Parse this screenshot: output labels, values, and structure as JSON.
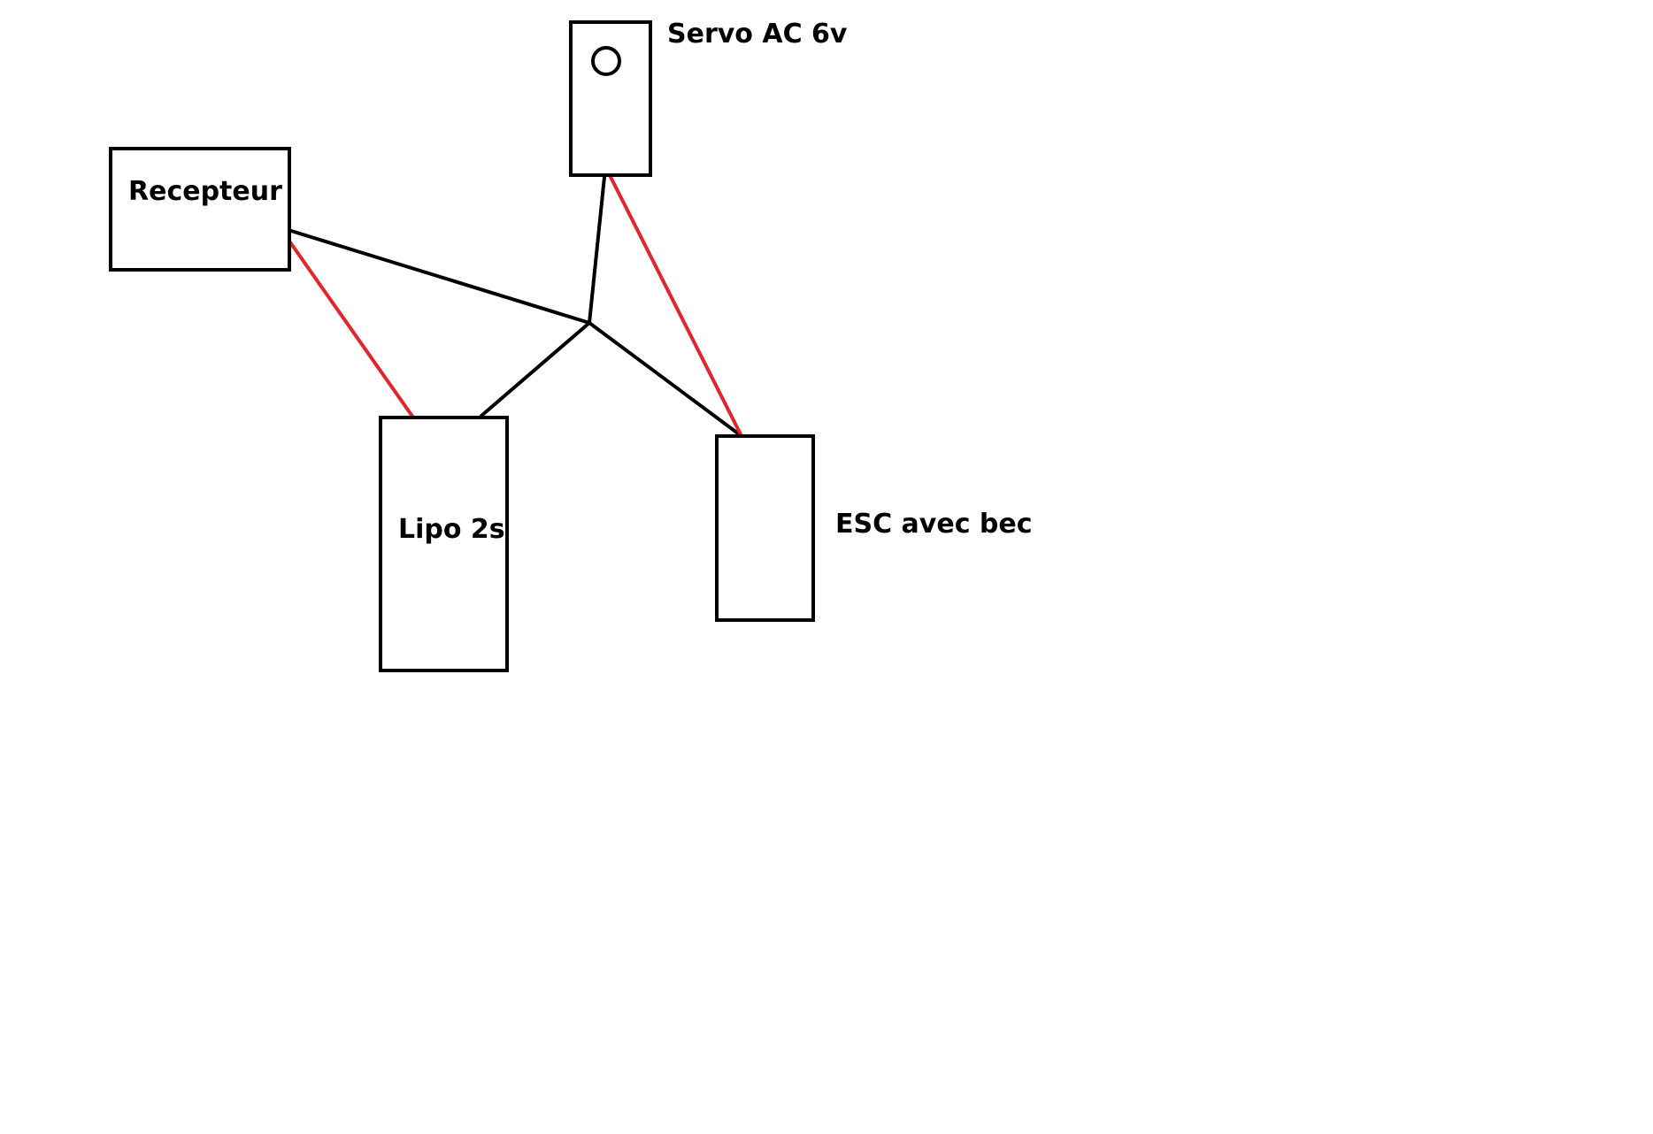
{
  "diagram": {
    "colors": {
      "background": "#ffffff",
      "outline": "#000000",
      "black_wire": "#000000",
      "red_wire": "#e3242b"
    },
    "components": {
      "recepteur": {
        "label": "Recepteur"
      },
      "servo": {
        "label": "Servo AC 6v",
        "icon": "servo-knob-icon"
      },
      "lipo": {
        "label": "Lipo 2s"
      },
      "esc": {
        "label": "ESC avec bec"
      }
    },
    "wires": [
      {
        "name": "black-wire-recepteur-to-junction",
        "color": "black",
        "from": "recepteur",
        "to": "junction"
      },
      {
        "name": "black-wire-servo-to-junction",
        "color": "black",
        "from": "servo",
        "to": "junction"
      },
      {
        "name": "black-wire-lipo-to-junction",
        "color": "black",
        "from": "lipo",
        "to": "junction"
      },
      {
        "name": "black-wire-esc-to-junction",
        "color": "black",
        "from": "esc",
        "to": "junction"
      },
      {
        "name": "red-wire-recepteur-to-lipo",
        "color": "red",
        "from": "recepteur",
        "to": "lipo"
      },
      {
        "name": "red-wire-servo-to-esc",
        "color": "red",
        "from": "servo",
        "to": "esc"
      }
    ]
  }
}
